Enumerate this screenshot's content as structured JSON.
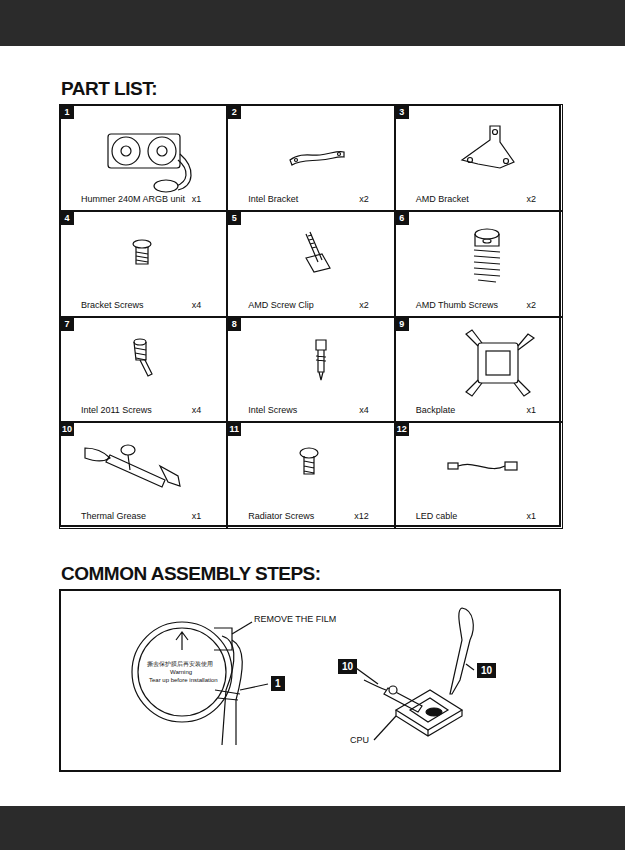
{
  "diagram": {
    "nodes": [
      {
        "text": [
          "PART LIST:"
        ]
      },
      {
        "text": [
          "1",
          "Hummer 240M ARGB unit",
          "x1"
        ],
        "in": 0
      },
      {
        "text": [
          "2",
          "Intel Bracket",
          "x2"
        ],
        "in": 0
      },
      {
        "text": [
          "3",
          "AMD Bracket",
          "x2"
        ],
        "in": 0
      },
      {
        "text": [
          "4",
          "Bracket Screws",
          "x4"
        ],
        "in": 0
      },
      {
        "text": [
          "5",
          "AMD Screw Clip",
          "x2"
        ],
        "in": 0
      },
      {
        "text": [
          "6",
          "AMD Thumb Screws",
          "x2"
        ],
        "in": 0
      },
      {
        "text": [
          "7",
          "Intel 2011 Screws",
          "x4"
        ],
        "in": 0
      },
      {
        "text": [
          "8",
          "Intel Screws",
          "x4"
        ],
        "in": 0
      },
      {
        "text": [
          "9",
          "Backplate",
          "x1"
        ],
        "in": 0
      },
      {
        "text": [
          "10",
          "Thermal Grease",
          "x1"
        ],
        "in": 0
      },
      {
        "text": [
          "11",
          "Radiator Screws",
          "x12"
        ],
        "in": 0
      },
      {
        "text": [
          "12",
          "LED cable",
          "x1"
        ],
        "in": 0
      },
      {
        "text": [
          "COMMON ASSEMBLY STEPS:"
        ]
      }
    ],
    "labels": [
      "撕去保护膜后再安装使用",
      "Warning",
      "Tear up before installation",
      "REMOVE THE FILM",
      "1",
      "10",
      "10",
      "CPU"
    ]
  }
}
